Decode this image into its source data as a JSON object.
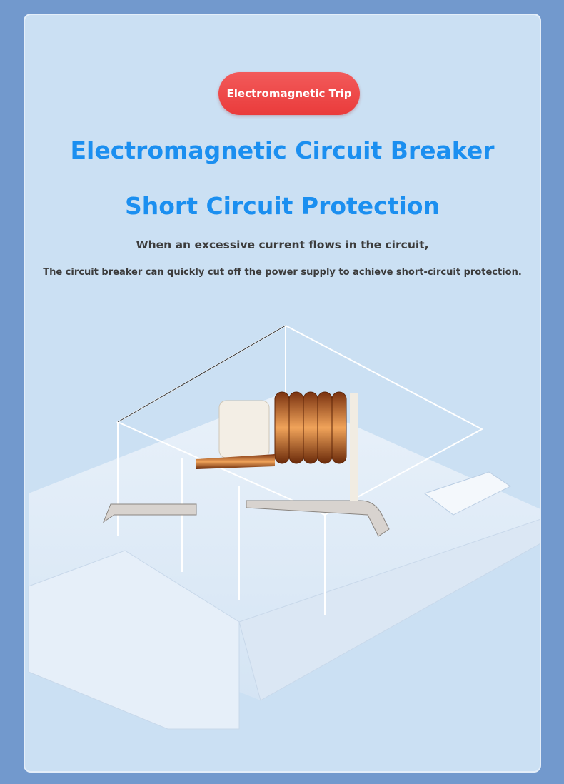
{
  "badge": {
    "label": "Electromagnetic Trip",
    "color": "#ea3b3b"
  },
  "title": {
    "line1": "Electromagnetic Circuit Breaker",
    "line2": "Short Circuit Protection",
    "color": "#1b8ff0"
  },
  "description": {
    "line1": "When an excessive current flows in the circuit,",
    "line2": "The circuit breaker can quickly cut off the power supply to achieve short-circuit protection."
  }
}
